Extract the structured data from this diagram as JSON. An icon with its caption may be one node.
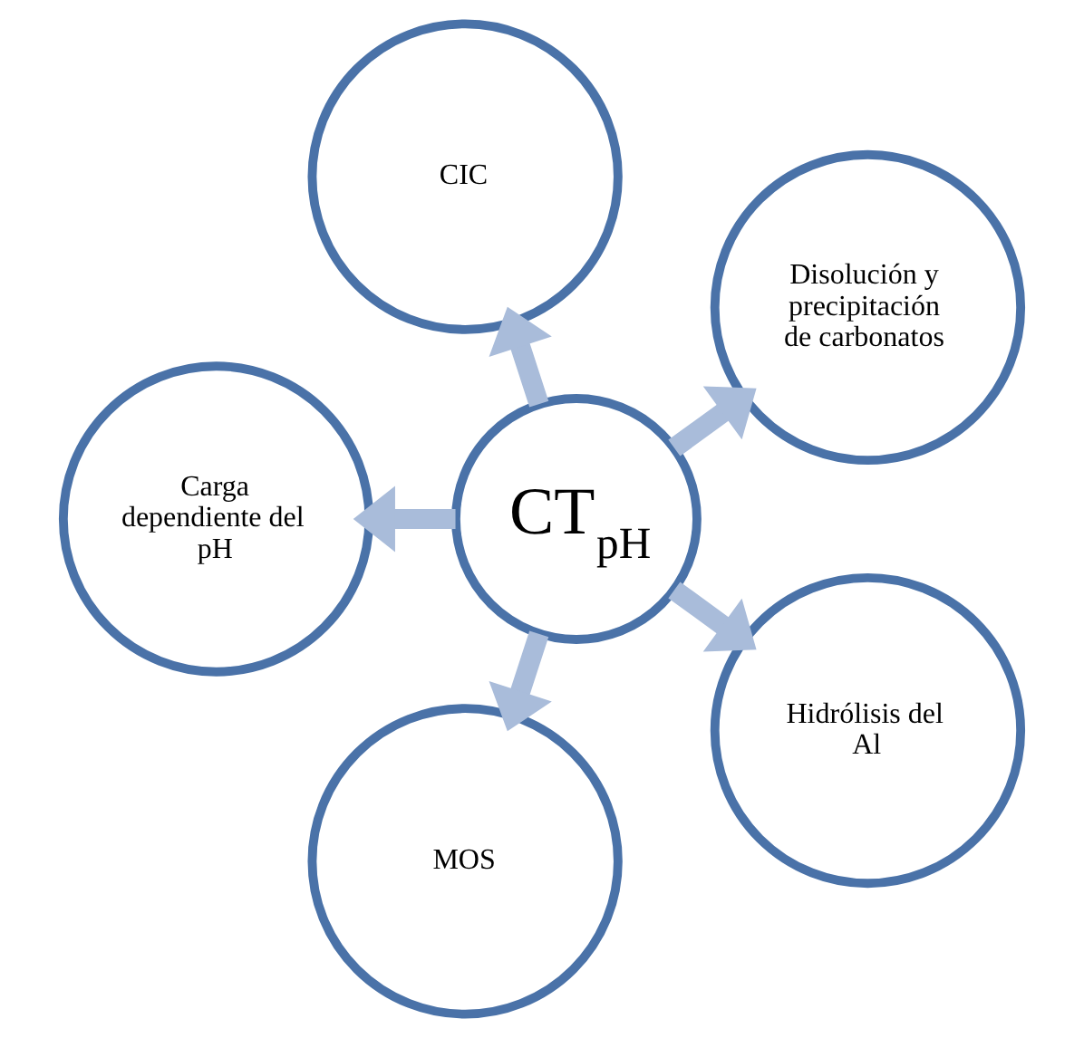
{
  "diagram": {
    "nodes": [
      {
        "text": [
          "CT$_{pH}$"
        ]
      },
      {
        "text": [
          "Disolución y precipitación de carbonatos"
        ]
      },
      {
        "text": [
          "CIC"
        ]
      },
      {
        "text": [
          "Carga dependiente del pH"
        ]
      },
      {
        "text": [
          "MOS"
        ]
      },
      {
        "text": [
          "Hidrólisis del Al"
        ]
      }
    ],
    "edges": [
      {
        "from": 0,
        "to": 1,
        "arrow": "to"
      },
      {
        "from": 0,
        "to": 2,
        "arrow": "to"
      },
      {
        "from": 0,
        "to": 3,
        "arrow": "to"
      },
      {
        "from": 0,
        "to": 4,
        "arrow": "to"
      },
      {
        "from": 0,
        "to": 5,
        "arrow": "to"
      }
    ]
  }
}
